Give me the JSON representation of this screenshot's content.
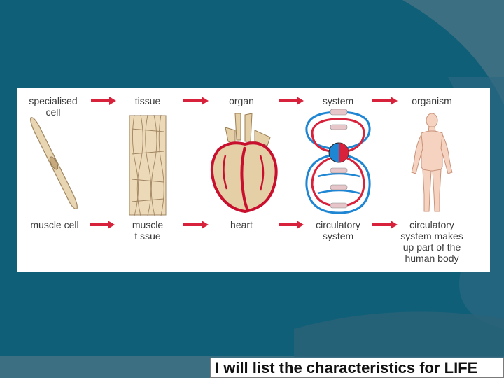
{
  "slide": {
    "background_color": "#0f5f78",
    "accent_color": "#3d6f82",
    "caption": "I will list the characteristics for LIFE"
  },
  "diagram": {
    "arrow_color": "#d8213a",
    "top_row": [
      {
        "label": "specialised\ncell"
      },
      {
        "label": "tissue"
      },
      {
        "label": "organ"
      },
      {
        "label": "system"
      },
      {
        "label": "organism"
      }
    ],
    "bottom_row": [
      {
        "label": "muscle cell"
      },
      {
        "label": "muscle\nt ssue"
      },
      {
        "label": "heart"
      },
      {
        "label": "circulatory\nsystem"
      },
      {
        "label": "circulatory\nsystem makes\nup part of the\nhuman body"
      }
    ],
    "illustrations": [
      {
        "icon": "muscle-cell-icon"
      },
      {
        "icon": "muscle-tissue-icon"
      },
      {
        "icon": "heart-icon"
      },
      {
        "icon": "circulatory-system-icon"
      },
      {
        "icon": "human-body-icon"
      }
    ]
  }
}
